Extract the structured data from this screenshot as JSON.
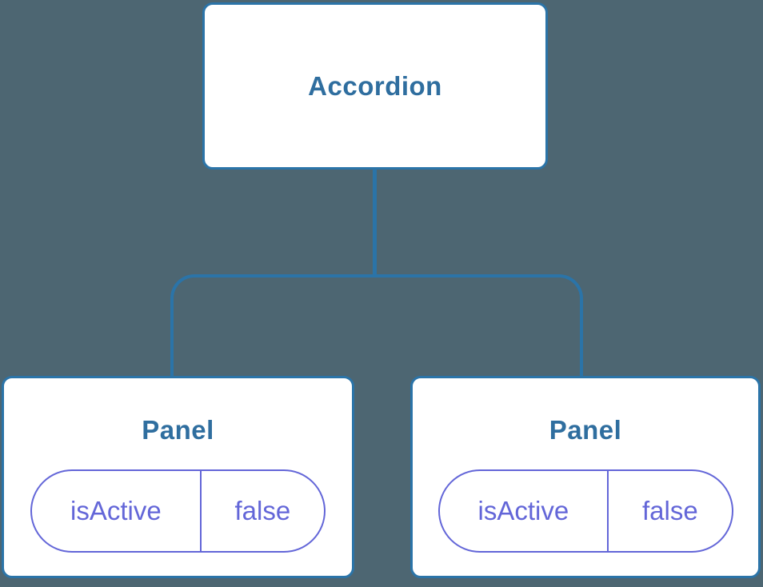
{
  "colors": {
    "background": "#4D6672",
    "connector": "#2B74A8",
    "node_border": "#2B74A8",
    "node_background": "#FFFFFF",
    "node_text": "#2F6E9F",
    "prop_accent": "#6366D8"
  },
  "tree": {
    "root": {
      "label": "Accordion"
    },
    "children": [
      {
        "label": "Panel",
        "props": [
          {
            "name": "isActive",
            "value": "false"
          }
        ]
      },
      {
        "label": "Panel",
        "props": [
          {
            "name": "isActive",
            "value": "false"
          }
        ]
      }
    ]
  }
}
